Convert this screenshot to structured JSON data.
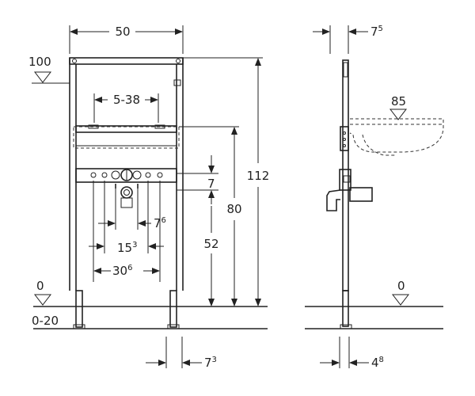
{
  "front": {
    "width": "50",
    "level_top": "100",
    "range_inner": "5-38",
    "height_total": "112",
    "height_mid": "80",
    "gap_small": "7",
    "height_low": "52",
    "spacing_a": {
      "base": "7",
      "sup": "6"
    },
    "spacing_b": {
      "base": "15",
      "sup": "3"
    },
    "spacing_c": {
      "base": "30",
      "sup": "6"
    },
    "level_zero": "0",
    "foot_range": "0-20",
    "foot_offset": {
      "base": "7",
      "sup": "3"
    }
  },
  "side": {
    "top_offset": {
      "base": "7",
      "sup": "5"
    },
    "level_basin": "85",
    "level_zero": "0",
    "foot_offset": {
      "base": "4",
      "sup": "8"
    }
  }
}
